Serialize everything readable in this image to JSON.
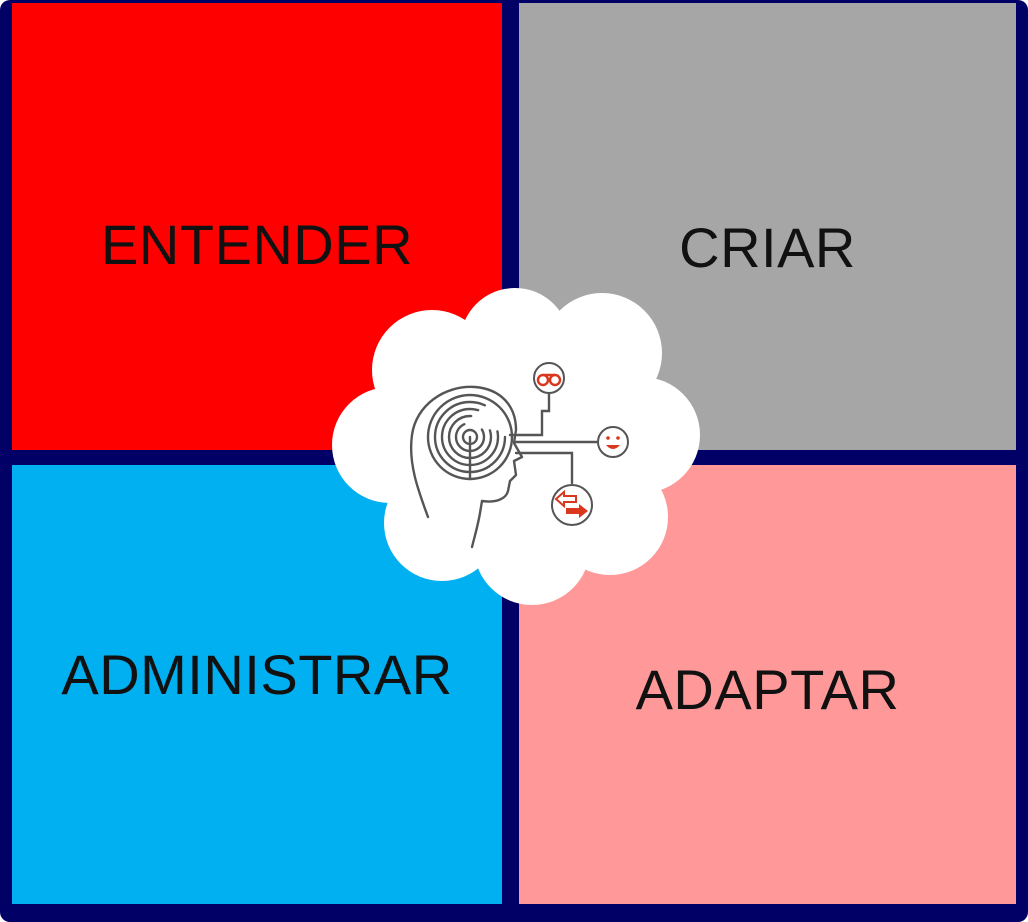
{
  "colors": {
    "frame": "#000066",
    "entender": "#FF0000",
    "criar": "#A6A6A6",
    "administrar": "#00B0F0",
    "adaptar": "#FF9999",
    "icon_accent": "#D9381E"
  },
  "quadrants": {
    "top_left": {
      "label": "ENTENDER"
    },
    "top_right": {
      "label": "CRIAR"
    },
    "bottom_left": {
      "label": "ADMINISTRAR"
    },
    "bottom_right": {
      "label": "ADAPTAR"
    }
  },
  "center": {
    "shape": "cloud",
    "icon": "head-maze-icon",
    "branch_icons": [
      "binoculars-icon",
      "smiley-icon",
      "arrows-icon"
    ]
  }
}
